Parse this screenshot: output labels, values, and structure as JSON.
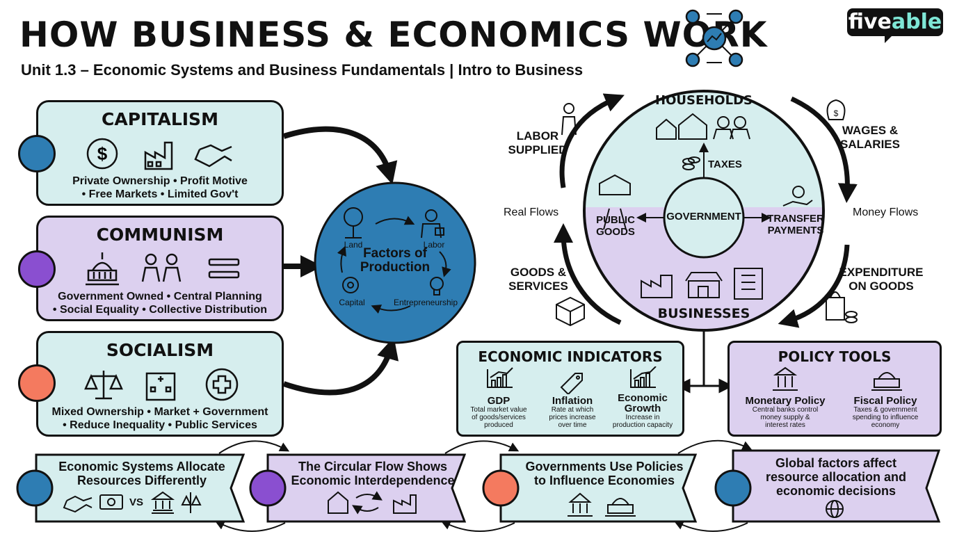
{
  "header": {
    "title": "HOW BUSINESS & ECONOMICS WORK",
    "subtitle": "Unit 1.3 – Economic Systems and Business Fundamentals | Intro to Business",
    "logo": {
      "main": "five",
      "accent": "able"
    }
  },
  "systems": [
    {
      "name": "CAPITALISM",
      "line1": "Private Ownership • Profit Motive",
      "line2": "• Free Markets • Limited Gov't"
    },
    {
      "name": "COMMUNISM",
      "line1": "Government Owned • Central Planning",
      "line2": "• Social Equality • Collective Distribution"
    },
    {
      "name": "SOCIALISM",
      "line1": "Mixed Ownership • Market + Government",
      "line2": "• Reduce Inequality • Public Services"
    }
  ],
  "factors": {
    "title1": "Factors of",
    "title2": "Production",
    "land": "Land",
    "labor": "Labor",
    "capital": "Capital",
    "entrepreneurship": "Entrepreneurship"
  },
  "circular_flow": {
    "households": "HOUSEHOLDS",
    "businesses": "BUSINESSES",
    "government": "GOVERNMENT",
    "taxes": "TAXES",
    "public_goods_1": "PUBLIC",
    "public_goods_2": "GOODS",
    "transfer_1": "TRANSFER",
    "transfer_2": "PAYMENTS",
    "labor_supplied_1": "LABOR",
    "labor_supplied_2": "SUPPLIED",
    "wages_1": "WAGES &",
    "wages_2": "SALARIES",
    "real_flows": "Real Flows",
    "money_flows": "Money Flows",
    "goods_1": "GOODS &",
    "goods_2": "SERVICES",
    "expenditure_1": "EXPENDITURE",
    "expenditure_2": "ON GOODS"
  },
  "indicators": {
    "title": "ECONOMIC INDICATORS",
    "items": [
      {
        "name": "GDP",
        "desc1": "Total market value",
        "desc2": "of goods/services",
        "desc3": "produced"
      },
      {
        "name": "Inflation",
        "desc1": "Rate at which",
        "desc2": "prices increase",
        "desc3": "over time"
      },
      {
        "name1": "Economic",
        "name2": "Growth",
        "desc1": "Increase in",
        "desc2": "production capacity"
      }
    ]
  },
  "policy": {
    "title": "POLICY TOOLS",
    "items": [
      {
        "name": "Monetary Policy",
        "desc1": "Central banks control",
        "desc2": "money supply &",
        "desc3": "interest rates"
      },
      {
        "name": "Fiscal Policy",
        "desc1": "Taxes & government",
        "desc2": "spending to influence",
        "desc3": "economy"
      }
    ]
  },
  "ribbons": [
    {
      "line1": "Economic Systems Allocate",
      "line2": "Resources Differently",
      "vs": "VS"
    },
    {
      "line1": "The Circular Flow Shows",
      "line2": "Economic Interdependence"
    },
    {
      "line1": "Governments Use Policies",
      "line2": "to Influence Economies"
    },
    {
      "line1": "Global factors affect",
      "line2": "resource allocation and",
      "line3": "economic decisions"
    }
  ],
  "colors": {
    "teal": "#d6eeee",
    "lavender": "#dcd0ef",
    "blue": "#2e7db3",
    "purple": "#8a4fd0",
    "coral": "#f47a5f"
  }
}
